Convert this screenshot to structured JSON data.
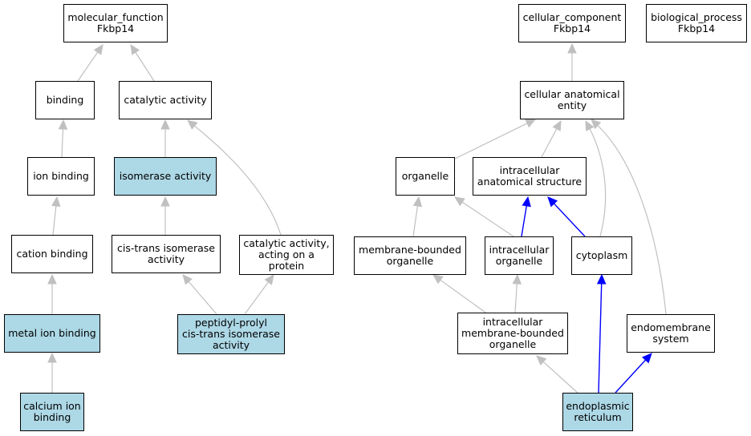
{
  "colors": {
    "highlight_fill": "#add8e6",
    "edge_gray": "#c0c0c0",
    "edge_blue": "#0000ff",
    "node_border": "#000000"
  },
  "nodes": {
    "molecular_function": {
      "label": "molecular_function\nFkbp14",
      "highlighted": false
    },
    "binding": {
      "label": "binding",
      "highlighted": false
    },
    "catalytic_activity": {
      "label": "catalytic activity",
      "highlighted": false
    },
    "ion_binding": {
      "label": "ion binding",
      "highlighted": false
    },
    "isomerase_activity": {
      "label": "isomerase activity",
      "highlighted": true
    },
    "cation_binding": {
      "label": "cation binding",
      "highlighted": false
    },
    "cis_trans_isomerase_activity": {
      "label": "cis-trans isomerase\nactivity",
      "highlighted": false
    },
    "catalytic_activity_on_protein": {
      "label": "catalytic activity,\nacting on a\nprotein",
      "highlighted": false
    },
    "metal_ion_binding": {
      "label": "metal ion binding",
      "highlighted": true
    },
    "peptidyl_prolyl": {
      "label": "peptidyl-prolyl\ncis-trans isomerase\nactivity",
      "highlighted": true
    },
    "calcium_ion_binding": {
      "label": "calcium ion\nbinding",
      "highlighted": true
    },
    "cellular_component": {
      "label": "cellular_component\nFkbp14",
      "highlighted": false
    },
    "biological_process": {
      "label": "biological_process\nFkbp14",
      "highlighted": false
    },
    "cellular_anatomical_entity": {
      "label": "cellular anatomical\nentity",
      "highlighted": false
    },
    "organelle": {
      "label": "organelle",
      "highlighted": false
    },
    "intracellular_anatomical_structure": {
      "label": "intracellular\nanatomical structure",
      "highlighted": false
    },
    "membrane_bounded_organelle": {
      "label": "membrane-bounded\norganelle",
      "highlighted": false
    },
    "intracellular_organelle": {
      "label": "intracellular\norganelle",
      "highlighted": false
    },
    "cytoplasm": {
      "label": "cytoplasm",
      "highlighted": false
    },
    "intracellular_membrane_bounded_organelle": {
      "label": "intracellular\nmembrane-bounded\norganelle",
      "highlighted": false
    },
    "endomembrane_system": {
      "label": "endomembrane\nsystem",
      "highlighted": false
    },
    "endoplasmic_reticulum": {
      "label": "endoplasmic\nreticulum",
      "highlighted": true
    }
  },
  "edges": [
    {
      "from": "binding",
      "to": "molecular_function",
      "color": "gray"
    },
    {
      "from": "catalytic_activity",
      "to": "molecular_function",
      "color": "gray"
    },
    {
      "from": "ion_binding",
      "to": "binding",
      "color": "gray"
    },
    {
      "from": "isomerase_activity",
      "to": "catalytic_activity",
      "color": "gray"
    },
    {
      "from": "catalytic_activity_on_protein",
      "to": "catalytic_activity",
      "color": "gray"
    },
    {
      "from": "cation_binding",
      "to": "ion_binding",
      "color": "gray"
    },
    {
      "from": "cis_trans_isomerase_activity",
      "to": "isomerase_activity",
      "color": "gray"
    },
    {
      "from": "metal_ion_binding",
      "to": "cation_binding",
      "color": "gray"
    },
    {
      "from": "peptidyl_prolyl",
      "to": "cis_trans_isomerase_activity",
      "color": "gray"
    },
    {
      "from": "peptidyl_prolyl",
      "to": "catalytic_activity_on_protein",
      "color": "gray"
    },
    {
      "from": "calcium_ion_binding",
      "to": "metal_ion_binding",
      "color": "gray"
    },
    {
      "from": "cellular_anatomical_entity",
      "to": "cellular_component",
      "color": "gray"
    },
    {
      "from": "organelle",
      "to": "cellular_anatomical_entity",
      "color": "gray"
    },
    {
      "from": "intracellular_anatomical_structure",
      "to": "cellular_anatomical_entity",
      "color": "gray"
    },
    {
      "from": "cytoplasm",
      "to": "cellular_anatomical_entity",
      "color": "gray"
    },
    {
      "from": "endomembrane_system",
      "to": "cellular_anatomical_entity",
      "color": "gray"
    },
    {
      "from": "membrane_bounded_organelle",
      "to": "organelle",
      "color": "gray"
    },
    {
      "from": "intracellular_organelle",
      "to": "organelle",
      "color": "gray"
    },
    {
      "from": "intracellular_organelle",
      "to": "intracellular_anatomical_structure",
      "color": "blue"
    },
    {
      "from": "cytoplasm",
      "to": "intracellular_anatomical_structure",
      "color": "blue"
    },
    {
      "from": "intracellular_membrane_bounded_organelle",
      "to": "membrane_bounded_organelle",
      "color": "gray"
    },
    {
      "from": "intracellular_membrane_bounded_organelle",
      "to": "intracellular_organelle",
      "color": "gray"
    },
    {
      "from": "endoplasmic_reticulum",
      "to": "intracellular_membrane_bounded_organelle",
      "color": "gray"
    },
    {
      "from": "endoplasmic_reticulum",
      "to": "cytoplasm",
      "color": "blue"
    },
    {
      "from": "endoplasmic_reticulum",
      "to": "endomembrane_system",
      "color": "blue"
    }
  ]
}
